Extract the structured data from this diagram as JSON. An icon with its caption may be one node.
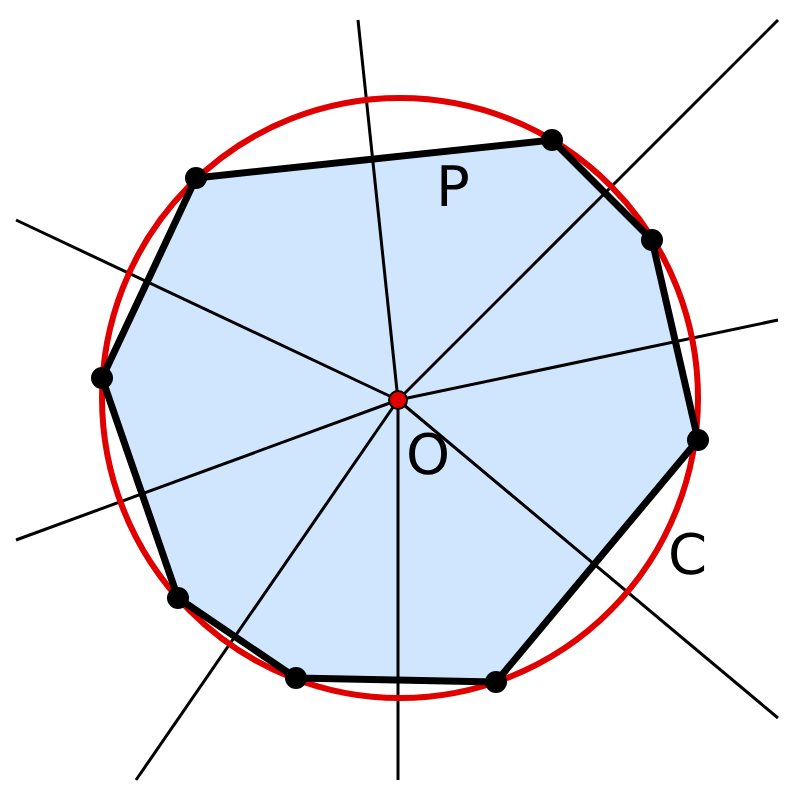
{
  "diagram": {
    "labels": [
      "P",
      "O",
      "C"
    ]
  }
}
